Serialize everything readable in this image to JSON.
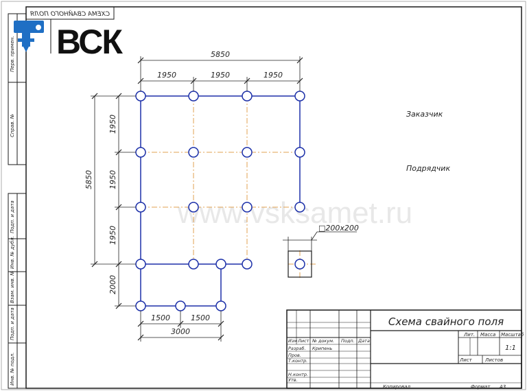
{
  "logo": {
    "text": "ВСК"
  },
  "top_stamp": {
    "text": "СХЕМА СВАЙНОГО ПОЛЯ"
  },
  "side_labels": [
    "Перв. примен.",
    "Справ. №",
    "Подп. и дата",
    "Инв. № дубл.",
    "Взам. инв. №",
    "Подп. и дата",
    "Инв. № подл."
  ],
  "dimensions": {
    "top_total": "5850",
    "top_spans": [
      "1950",
      "1950",
      "1950"
    ],
    "left_total": "5850",
    "left_spans": [
      "1950",
      "1950",
      "1950",
      "2000"
    ],
    "bottom_spans": [
      "1500",
      "1500"
    ],
    "bottom_total": "3000",
    "pile_size": "□200х200"
  },
  "notes": {
    "customer": "Заказчик",
    "contractor": "Подрядчик"
  },
  "watermark": "www.vsksamet.ru",
  "title_block": {
    "title": "Схема свайного поля",
    "headers": [
      "Изм",
      "Лист",
      "№ докум.",
      "Подп.",
      "Дата"
    ],
    "rows": [
      "Разраб.",
      "Пров.",
      "Т.контр.",
      "",
      "Н.контр.",
      "Утв."
    ],
    "developer": "Крипень",
    "lit": "Лит.",
    "mass": "Масса",
    "scale": "Масштаб",
    "scale_value": "1:1",
    "sheet": "Лист",
    "sheets": "Листов",
    "copied": "Копировал",
    "format_label": "Формат",
    "format_value": "А3"
  },
  "colors": {
    "frame": "#1a1a1a",
    "piles": "#1b2fa8",
    "axes": "#e0a050",
    "dims": "#222222"
  }
}
